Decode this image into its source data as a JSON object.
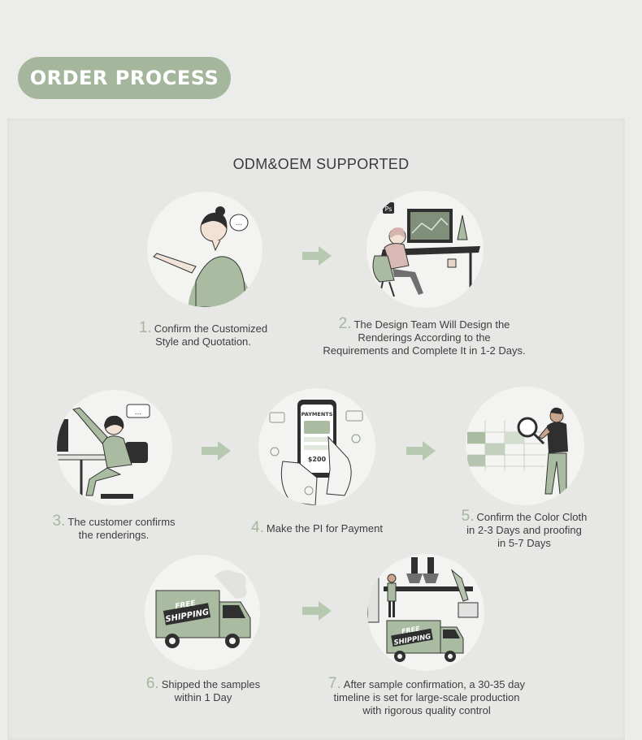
{
  "header": {
    "title": "ORDER PROCESS"
  },
  "subtitle": "ODM&OEM SUPPORTED",
  "colors": {
    "accent": "#a4b79c",
    "background": "#ececea",
    "text": "#3e3e3e"
  },
  "steps": [
    {
      "num": "1.",
      "lines": [
        "Confirm the Customized",
        "Style and Quotation."
      ]
    },
    {
      "num": "2.",
      "lines": [
        "The Design Team Will Design the",
        "Renderings According to the",
        "Requirements and Complete It in 1-2 Days."
      ]
    },
    {
      "num": "3.",
      "lines": [
        "The customer confirms",
        "the renderings."
      ]
    },
    {
      "num": "4.",
      "lines": [
        "Make the PI for Payment"
      ]
    },
    {
      "num": "5.",
      "lines": [
        "Confirm the Color Cloth",
        "in 2-3 Days and proofing",
        "in 5-7 Days"
      ]
    },
    {
      "num": "6.",
      "lines": [
        "Shipped the samples",
        "within 1 Day"
      ]
    },
    {
      "num": "7.",
      "lines": [
        "After sample confirmation, a 30-35 day",
        "timeline is set for large-scale production",
        "with rigorous quality control"
      ]
    }
  ],
  "illustrations": {
    "chat_bubble": "...",
    "payments_title": "PAYMENTS",
    "payment_amount": "$200",
    "truck_text_1": "FREE",
    "truck_text_2": "SHIPPING",
    "design_badge": "Ps"
  }
}
